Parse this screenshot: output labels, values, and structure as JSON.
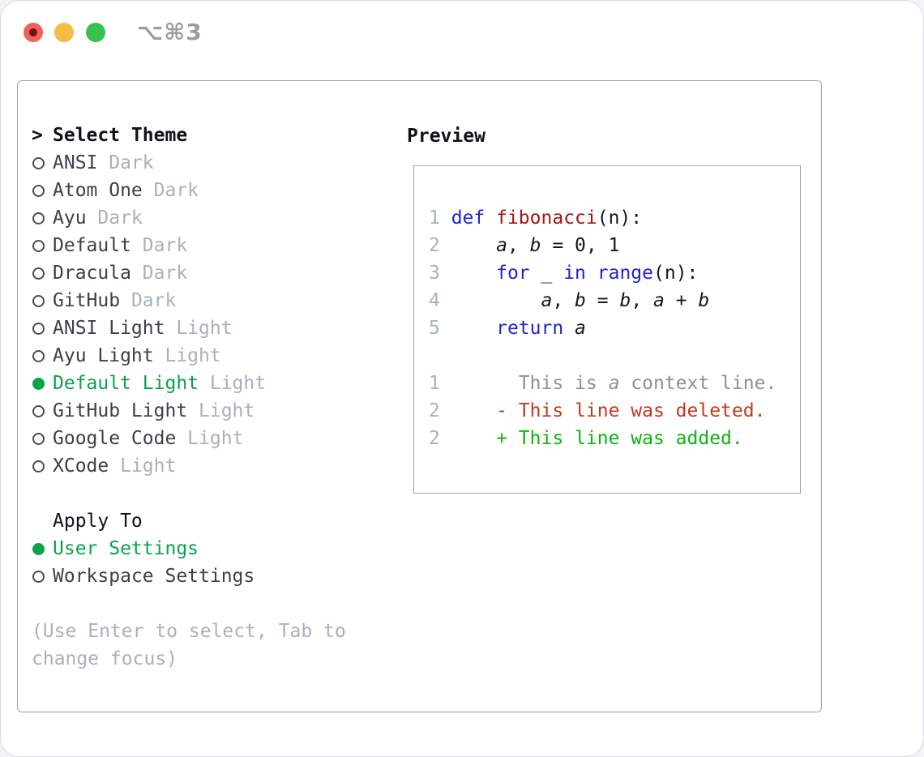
{
  "titlebar": {
    "shortcut": "⌥⌘3",
    "traffic_lights": [
      "close",
      "minimize",
      "zoom"
    ]
  },
  "colors": {
    "accent_green": "#0ba24c",
    "keyword_blue": "#2323cd",
    "function_red": "#a31515",
    "diff_deleted_red": "#c23a1e",
    "diff_added_green": "#0cb50c",
    "muted_gray": "#a9b1bb",
    "border_gray": "#9aa4af",
    "traffic_red": "#f1605a",
    "traffic_yellow": "#f6bd45",
    "traffic_green": "#38c24d"
  },
  "theme_selector": {
    "prompt": ">",
    "title": "Select Theme",
    "themes": [
      {
        "name": "ANSI",
        "variant": "Dark",
        "selected": false
      },
      {
        "name": "Atom One",
        "variant": "Dark",
        "selected": false
      },
      {
        "name": "Ayu",
        "variant": "Dark",
        "selected": false
      },
      {
        "name": "Default",
        "variant": "Dark",
        "selected": false
      },
      {
        "name": "Dracula",
        "variant": "Dark",
        "selected": false
      },
      {
        "name": "GitHub",
        "variant": "Dark",
        "selected": false
      },
      {
        "name": "ANSI Light",
        "variant": "Light",
        "selected": false
      },
      {
        "name": "Ayu Light",
        "variant": "Light",
        "selected": false
      },
      {
        "name": "Default Light",
        "variant": "Light",
        "selected": true
      },
      {
        "name": "GitHub Light",
        "variant": "Light",
        "selected": false
      },
      {
        "name": "Google Code",
        "variant": "Light",
        "selected": false
      },
      {
        "name": "XCode",
        "variant": "Light",
        "selected": false
      }
    ],
    "apply_to": {
      "title": "Apply To",
      "options": [
        {
          "name": "User Settings",
          "selected": true
        },
        {
          "name": "Workspace Settings",
          "selected": false
        }
      ]
    },
    "hint_lines": [
      "(Use Enter to select, Tab to",
      "change focus)"
    ]
  },
  "preview": {
    "title": "Preview",
    "lines": [
      [
        {
          "t": "1 ",
          "c": "num"
        },
        {
          "t": "def",
          "c": "kw"
        },
        {
          "t": " ",
          "c": "plain"
        },
        {
          "t": "fibonacci",
          "c": "fn"
        },
        {
          "t": "(n):",
          "c": "plain"
        }
      ],
      [
        {
          "t": "2 ",
          "c": "num"
        },
        {
          "t": "    ",
          "c": "plain"
        },
        {
          "t": "a",
          "c": "plain",
          "i": true
        },
        {
          "t": ", ",
          "c": "plain"
        },
        {
          "t": "b",
          "c": "plain",
          "i": true
        },
        {
          "t": " = 0, 1",
          "c": "plain"
        }
      ],
      [
        {
          "t": "3 ",
          "c": "num"
        },
        {
          "t": "    ",
          "c": "plain"
        },
        {
          "t": "for",
          "c": "kw"
        },
        {
          "t": " _ ",
          "c": "plain"
        },
        {
          "t": "in",
          "c": "kw"
        },
        {
          "t": " ",
          "c": "plain"
        },
        {
          "t": "range",
          "c": "kw"
        },
        {
          "t": "(n):",
          "c": "plain"
        }
      ],
      [
        {
          "t": "4 ",
          "c": "num"
        },
        {
          "t": "        ",
          "c": "plain"
        },
        {
          "t": "a",
          "c": "plain",
          "i": true
        },
        {
          "t": ", ",
          "c": "plain"
        },
        {
          "t": "b",
          "c": "plain",
          "i": true
        },
        {
          "t": " = ",
          "c": "plain"
        },
        {
          "t": "b",
          "c": "plain",
          "i": true
        },
        {
          "t": ", ",
          "c": "plain"
        },
        {
          "t": "a",
          "c": "plain",
          "i": true
        },
        {
          "t": " + ",
          "c": "plain"
        },
        {
          "t": "b",
          "c": "plain",
          "i": true
        }
      ],
      [
        {
          "t": "5 ",
          "c": "num"
        },
        {
          "t": "    ",
          "c": "plain"
        },
        {
          "t": "return",
          "c": "kw"
        },
        {
          "t": " ",
          "c": "plain"
        },
        {
          "t": "a",
          "c": "plain",
          "i": true
        }
      ],
      [],
      [
        {
          "t": "1",
          "c": "num"
        },
        {
          "t": "       ",
          "c": "plain"
        },
        {
          "t": "This is ",
          "c": "ctx"
        },
        {
          "t": "a",
          "c": "ctx",
          "i": true
        },
        {
          "t": " context line.",
          "c": "ctx"
        }
      ],
      [
        {
          "t": "2",
          "c": "num"
        },
        {
          "t": "     ",
          "c": "plain"
        },
        {
          "t": "- This line was deleted.",
          "c": "del"
        }
      ],
      [
        {
          "t": "2",
          "c": "num"
        },
        {
          "t": "     ",
          "c": "plain"
        },
        {
          "t": "+ This line was added.",
          "c": "add"
        }
      ]
    ]
  }
}
